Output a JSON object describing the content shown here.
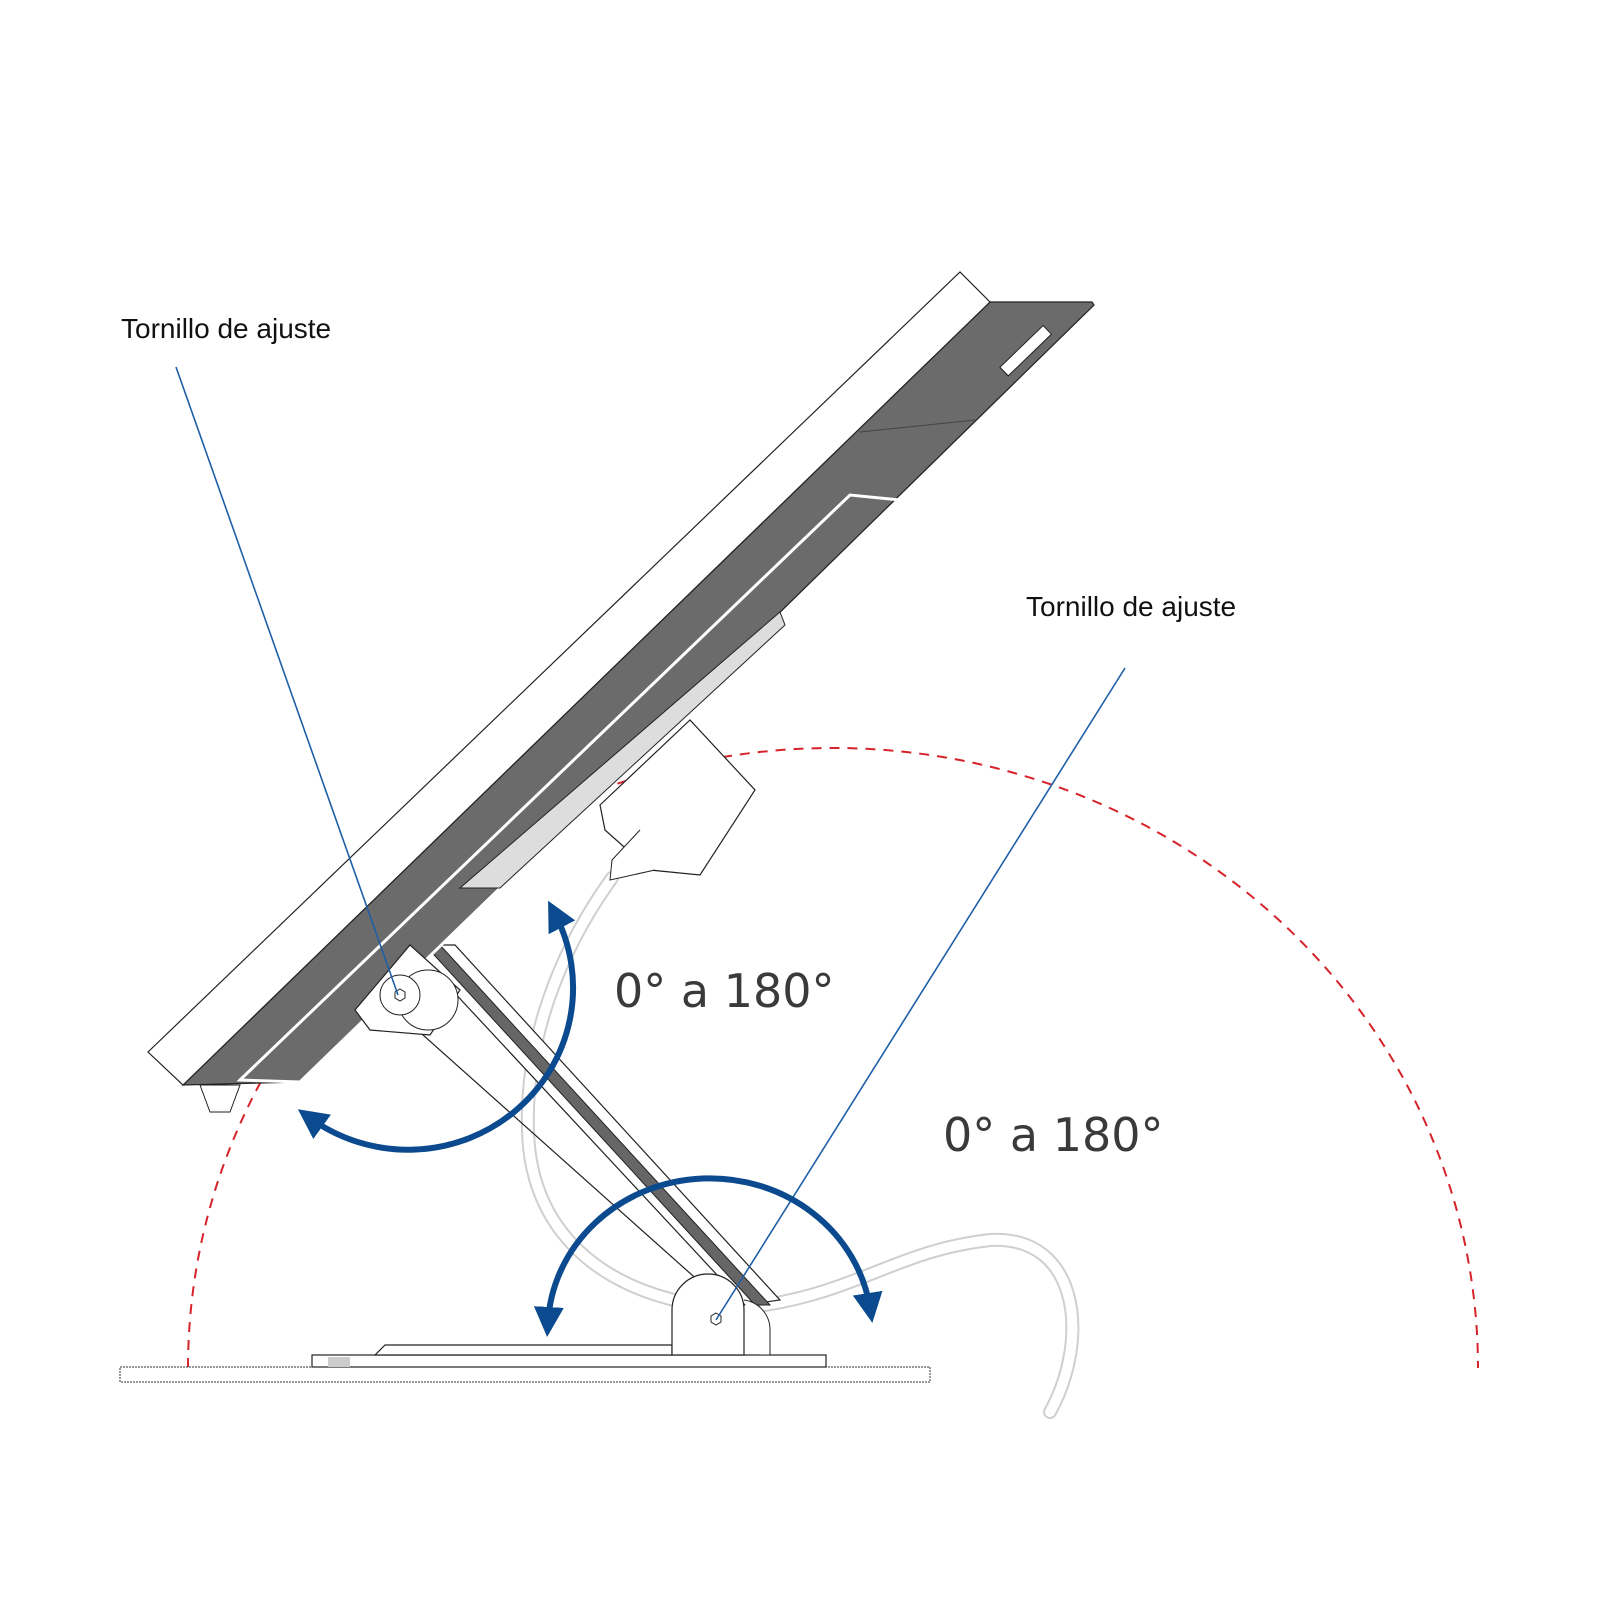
{
  "callouts": {
    "top_left": "Tornillo de ajuste",
    "right": "Tornillo de ajuste"
  },
  "angles": {
    "upper_hinge": "0° a 180°",
    "lower_hinge": "0° a 180°"
  },
  "colors": {
    "callout_line": "#1f5fa8",
    "rotation_arrow": "#0b4a8f",
    "range_arc": "#d6232a",
    "tablet_back": "#6b6b6b"
  }
}
